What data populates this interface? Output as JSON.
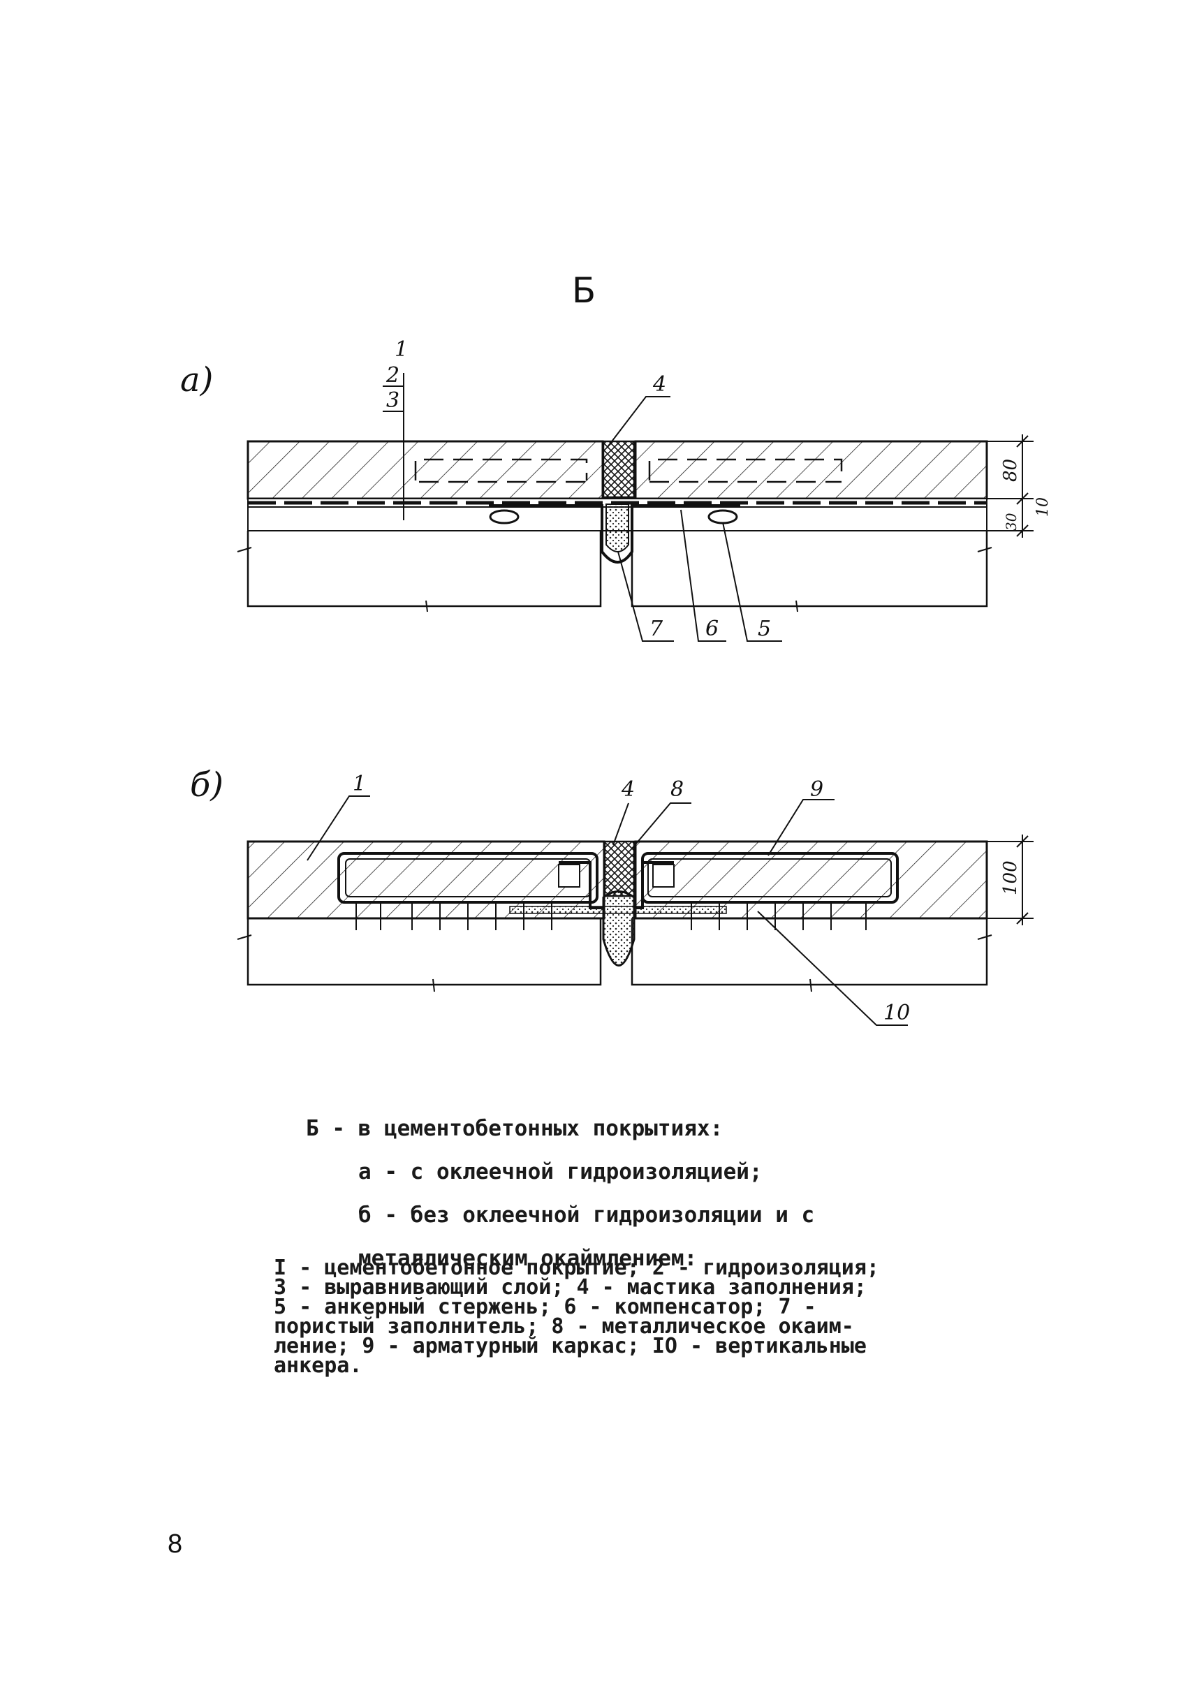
{
  "figure": {
    "title": "Б",
    "variant_a_label": "а)",
    "variant_b_label": "б)",
    "callouts_a": [
      "1",
      "2",
      "3",
      "4",
      "5",
      "6",
      "7"
    ],
    "callouts_b": [
      "1",
      "4",
      "8",
      "9",
      "10"
    ],
    "dimensions_a": [
      "80",
      "10",
      "30"
    ],
    "dimensions_b": [
      "100"
    ]
  },
  "caption": {
    "heading": "Б - в цементобетонных покрытиях:",
    "line_a": "а - с оклеечной гидроизоляцией;",
    "line_b1": "б - без оклеечной гидроизоляции и с",
    "line_b2": "металлическим окаймлением:"
  },
  "legend": {
    "lines": [
      "I - цементобетонное покрытие; 2 - гидроизоляция;",
      "3 - выравнивающий слой; 4 - мастика заполнения;",
      "5 - анкерный стержень; 6 - компенсатор; 7 -",
      "пористый заполнитель; 8 - металлическое окаим-",
      "ление; 9 - арматурный каркас; IO - вертикальные",
      "анкера."
    ]
  },
  "page_number": "8"
}
